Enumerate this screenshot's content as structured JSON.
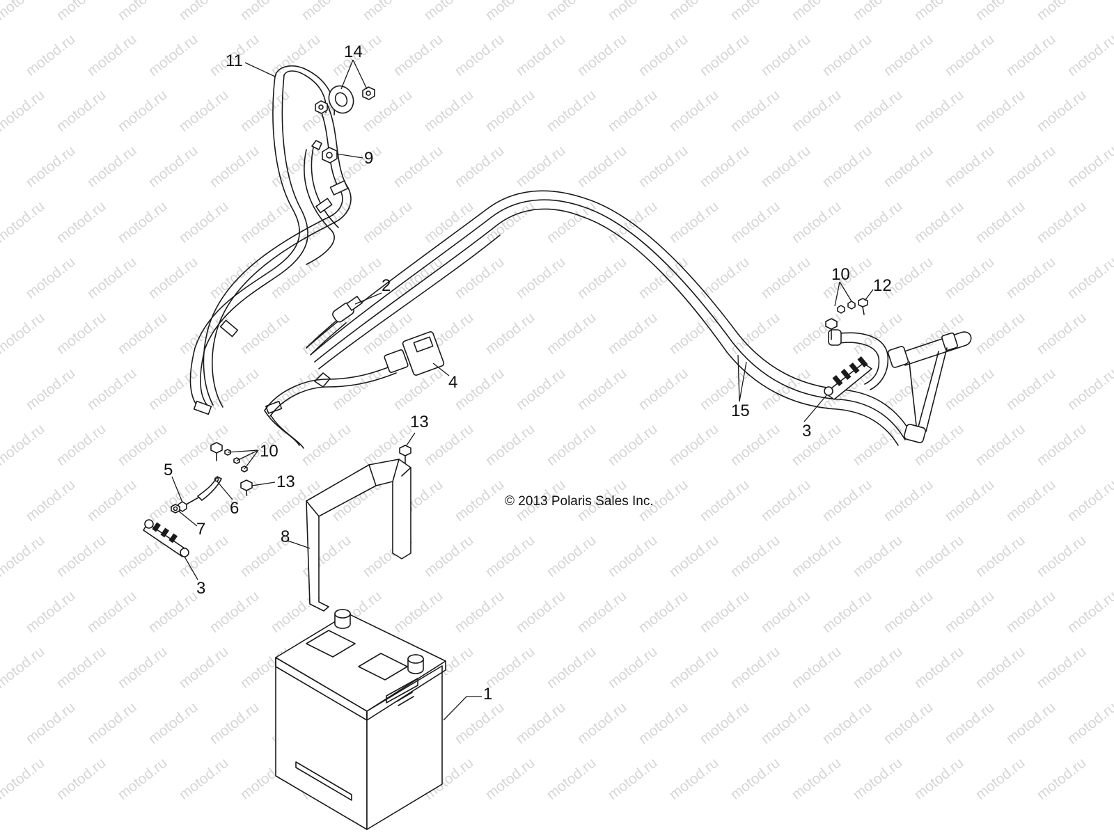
{
  "watermark": {
    "text": "motod.ru"
  },
  "copyright": "© 2013 Polaris Sales Inc.",
  "callouts": [
    {
      "id": "c11",
      "label": "11"
    },
    {
      "id": "c14",
      "label": "14"
    },
    {
      "id": "c9",
      "label": "9"
    },
    {
      "id": "c2",
      "label": "2"
    },
    {
      "id": "c4",
      "label": "4"
    },
    {
      "id": "c10a",
      "label": "10"
    },
    {
      "id": "c12",
      "label": "12"
    },
    {
      "id": "c15",
      "label": "15"
    },
    {
      "id": "c3a",
      "label": "3"
    },
    {
      "id": "c13a",
      "label": "13"
    },
    {
      "id": "c10b",
      "label": "10"
    },
    {
      "id": "c5",
      "label": "5"
    },
    {
      "id": "c6",
      "label": "6"
    },
    {
      "id": "c13b",
      "label": "13"
    },
    {
      "id": "c7",
      "label": "7"
    },
    {
      "id": "c8",
      "label": "8"
    },
    {
      "id": "c3b",
      "label": "3"
    },
    {
      "id": "c1",
      "label": "1"
    }
  ]
}
